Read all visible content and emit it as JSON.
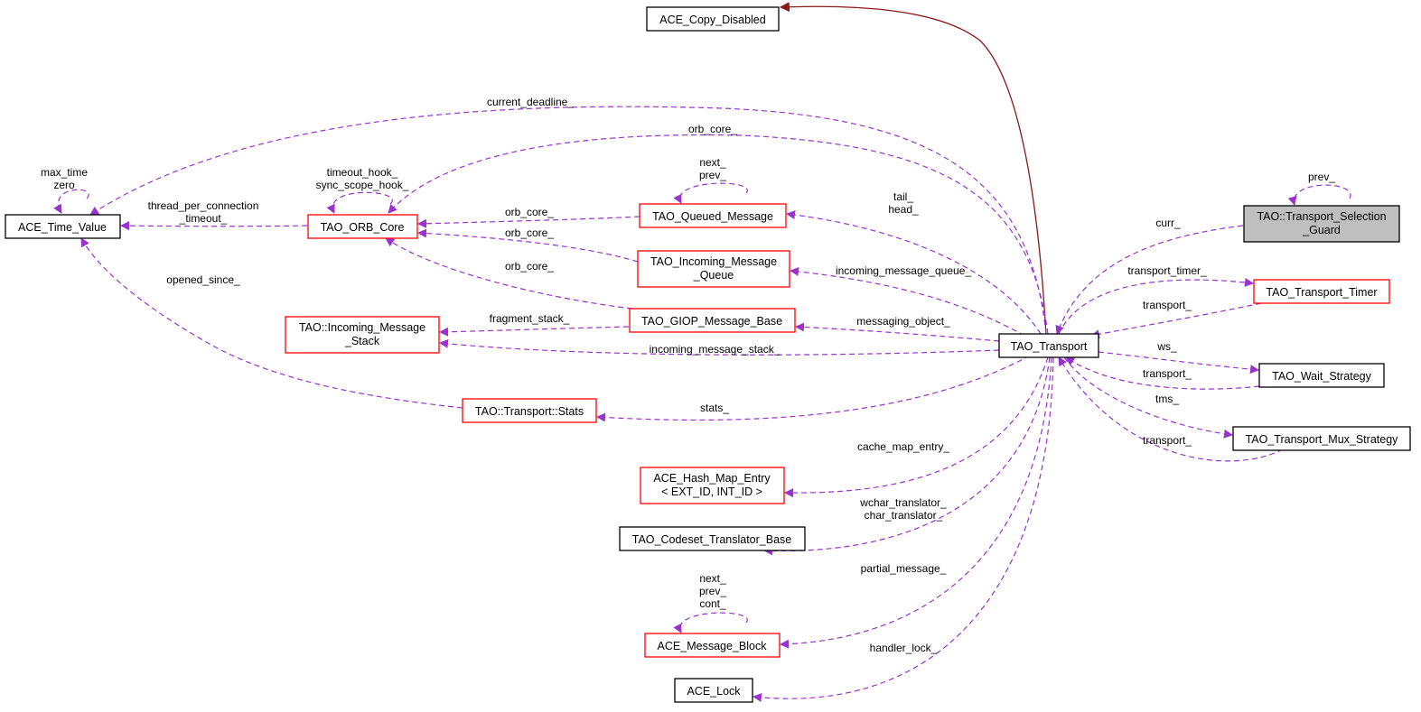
{
  "nodes": {
    "ace_copy_disabled": "ACE_Copy_Disabled",
    "ace_time_value": "ACE_Time_Value",
    "tao_orb_core": "TAO_ORB_Core",
    "tao_queued_message": "TAO_Queued_Message",
    "tao_incoming_message_queue": [
      "TAO_Incoming_Message",
      "_Queue"
    ],
    "tao_incoming_message_stack": [
      "TAO::Incoming_Message",
      "_Stack"
    ],
    "tao_giop_message_base": "TAO_GIOP_Message_Base",
    "tao_transport_stats": "TAO::Transport::Stats",
    "ace_hash_map_entry": [
      "ACE_Hash_Map_Entry",
      "< EXT_ID, INT_ID >"
    ],
    "tao_codeset_translator_base": "TAO_Codeset_Translator_Base",
    "ace_message_block": "ACE_Message_Block",
    "ace_lock": "ACE_Lock",
    "tao_transport": "TAO_Transport",
    "tao_transport_selection_guard": [
      "TAO::Transport_Selection",
      "_Guard"
    ],
    "tao_transport_timer": "TAO_Transport_Timer",
    "tao_wait_strategy": "TAO_Wait_Strategy",
    "tao_transport_mux_strategy": "TAO_Transport_Mux_Strategy"
  },
  "edge_labels": {
    "max_time_zero": [
      "max_time",
      "zero"
    ],
    "timeout_hook": [
      "timeout_hook_",
      "sync_scope_hook_"
    ],
    "thread_per_connection": [
      "thread_per_connection",
      "_timeout_"
    ],
    "current_deadline": "current_deadline_",
    "orb_core_transport": "orb_core_",
    "queued_next_prev": [
      "next_",
      "prev_"
    ],
    "orb_core_queued": "orb_core_",
    "orb_core_incoming": "orb_core_",
    "orb_core_giop": "orb_core_",
    "tail_head": [
      "tail_",
      "head_"
    ],
    "opened_since": "opened_since_",
    "incoming_message_queue": "incoming_message_queue_",
    "fragment_stack": "fragment_stack_",
    "messaging_object": "messaging_object_",
    "incoming_message_stack": "incoming_message_stack_",
    "stats": "stats_",
    "cache_map_entry": "cache_map_entry_",
    "translators": [
      "wchar_translator_",
      "char_translator_"
    ],
    "partial_message": "partial_message_",
    "message_block_self": [
      "next_",
      "prev_",
      "cont_"
    ],
    "handler_lock": "handler_lock_",
    "guard_prev": "prev_",
    "curr": "curr_",
    "transport_timer": "transport_timer_",
    "transport_from_timer": "transport_",
    "ws": "ws_",
    "transport_from_wait": "transport_",
    "tms": "tms_",
    "transport_from_mux": "transport_"
  },
  "colors": {
    "dashed_edge": "#9a32cd",
    "inheritance_edge": "#8b1a1a",
    "incomplete_node_border": "#ff0000",
    "complete_node_border": "#000000",
    "focus_node_fill": "#bfbfbf"
  }
}
